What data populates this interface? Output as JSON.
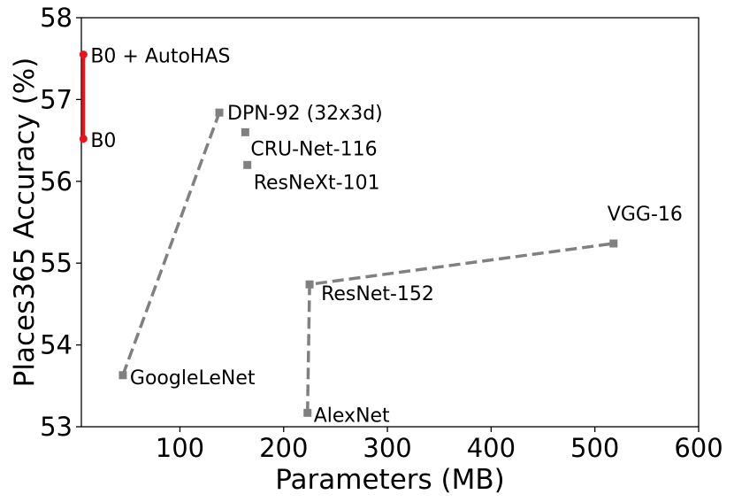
{
  "chart_data": {
    "type": "scatter",
    "xlabel": "Parameters (MB)",
    "ylabel": "Places365 Accuracy (%)",
    "xlim": [
      5,
      600
    ],
    "ylim": [
      53,
      58
    ],
    "xticks": [
      100,
      200,
      300,
      400,
      500,
      600
    ],
    "yticks": [
      53,
      54,
      55,
      56,
      57,
      58
    ],
    "grid": false,
    "colors": {
      "baseline": "#808080",
      "autohas": "#e8141b"
    },
    "series": [
      {
        "style": "dashed",
        "marker": "square",
        "color": "#808080",
        "points": [
          {
            "label": "GoogleLeNet",
            "x": 45,
            "y": 53.63
          },
          {
            "label": "DPN-92 (32x3d)",
            "x": 138,
            "y": 56.84
          }
        ]
      },
      {
        "style": "dashed",
        "marker": "square",
        "color": "#808080",
        "points": [
          {
            "label": "AlexNet",
            "x": 223,
            "y": 53.17
          },
          {
            "label": "ResNet-152",
            "x": 225,
            "y": 54.74
          },
          {
            "label": "VGG-16",
            "x": 518,
            "y": 55.24
          }
        ]
      },
      {
        "style": "none",
        "marker": "square",
        "color": "#808080",
        "points": [
          {
            "label": "CRU-Net-116",
            "x": 163,
            "y": 56.6
          },
          {
            "label": "ResNeXt-101",
            "x": 165,
            "y": 56.2
          }
        ]
      },
      {
        "style": "solid",
        "marker": "circle",
        "color": "#e8141b",
        "points": [
          {
            "label": "B0",
            "x": 7,
            "y": 56.52
          },
          {
            "label": "B0 + AutoHAS",
            "x": 7,
            "y": 57.55
          }
        ]
      }
    ]
  }
}
